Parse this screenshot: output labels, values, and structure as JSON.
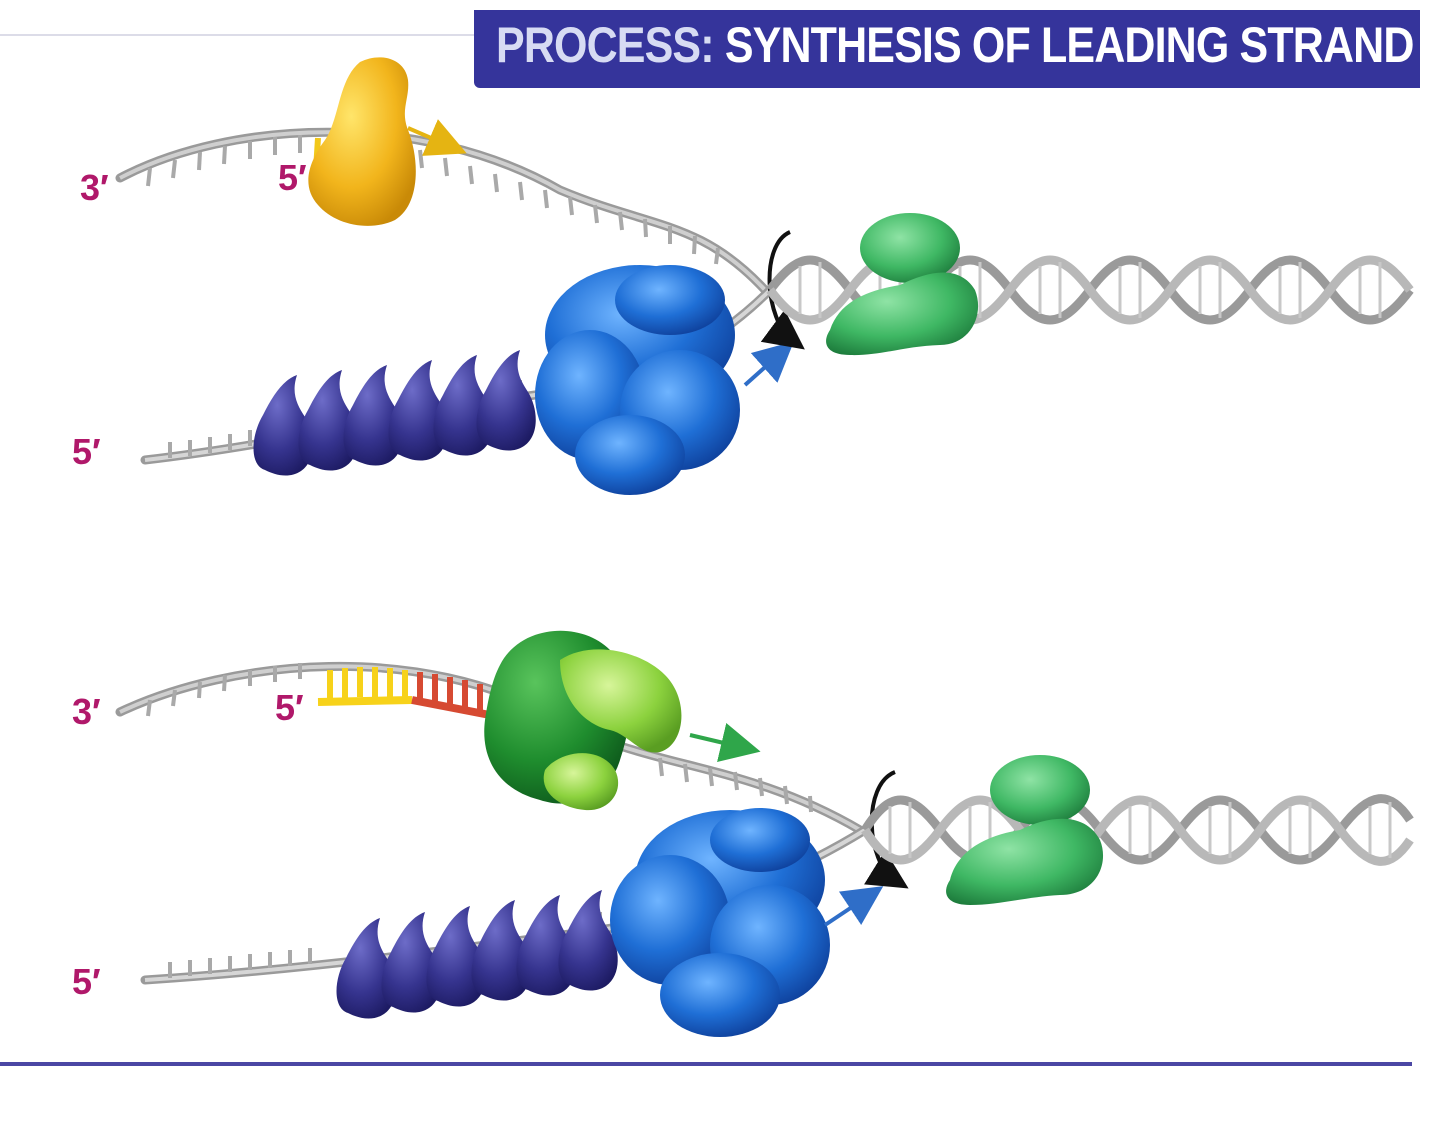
{
  "header": {
    "title_prefix": "PROCESS:",
    "title_main": "SYNTHESIS OF LEADING STRAND"
  },
  "panels": [
    {
      "upper_strand_end": "3′",
      "primer_end": "5′",
      "lower_strand_end": "5′"
    },
    {
      "upper_strand_end": "3′",
      "primer_end": "5′",
      "lower_strand_end": "5′"
    }
  ],
  "colors": {
    "banner": "#35349b",
    "label": "#b0186a",
    "primase": "#f2b51c",
    "helicase": "#2f7ed8",
    "topoisomerase": "#4cbf6c",
    "polymerase": "#2f9a3c",
    "ssb": "#36348f",
    "primer": "#f7d21a",
    "new_dna": "#d64a32"
  }
}
